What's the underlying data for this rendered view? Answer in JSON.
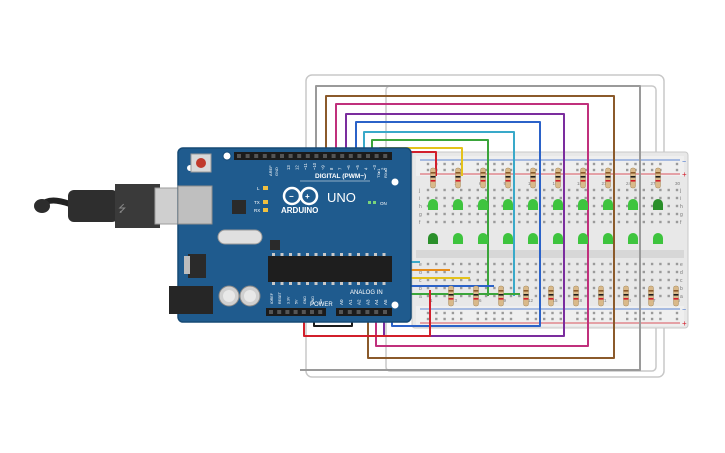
{
  "arduino": {
    "brand": "ARDUINO",
    "model": "UNO",
    "digital_header": "DIGITAL (PWM~)",
    "power_header": "POWER",
    "analog_header": "ANALOG IN",
    "on_label": "ON",
    "tx_label": "TX",
    "rx_label": "RX",
    "l_label": "L",
    "aref_label": "AREF",
    "gnd_label": "GND",
    "txrx_label": "TX▸1",
    "rxrx_label": "RX◂0",
    "digital_pins": [
      "13",
      "12",
      "~11",
      "~10",
      "~9",
      "8",
      "7",
      "~6",
      "~5",
      "4",
      "~3",
      "2"
    ],
    "power_pins": [
      "IOREF",
      "RESET",
      "3.3V",
      "5V",
      "GND",
      "GND",
      "Vin"
    ],
    "analog_pins": [
      "A0",
      "A1",
      "A2",
      "A3",
      "A4",
      "A5"
    ]
  },
  "breadboard": {
    "row_letters_top": [
      "j",
      "i",
      "h",
      "g",
      "f"
    ],
    "row_letters_bottom": [
      "e",
      "d",
      "c",
      "b",
      "a"
    ],
    "column_numbers": [
      "1",
      "3",
      "6",
      "9",
      "12",
      "15",
      "18",
      "21",
      "24",
      "27",
      "30"
    ],
    "rail_plus": "+",
    "rail_minus": "−"
  },
  "colors": {
    "board": "#1f5b8e",
    "board_edge": "#164a75",
    "breadboard": "#e6e6e6",
    "led": "#3ec43e",
    "led_dark": "#2a8f2a",
    "resistor": "#d9b98a",
    "wire_red": "#d21f2b",
    "wire_brown": "#8b5a2b",
    "wire_purple": "#7b2d9e",
    "wire_magenta": "#c0307c",
    "wire_cyan": "#39a9c9",
    "wire_green": "#3aa53a",
    "wire_yellow": "#e4c21b",
    "wire_orange": "#e88c1a",
    "wire_blue": "#2b62c8",
    "wire_gray": "#9a9a9a"
  }
}
